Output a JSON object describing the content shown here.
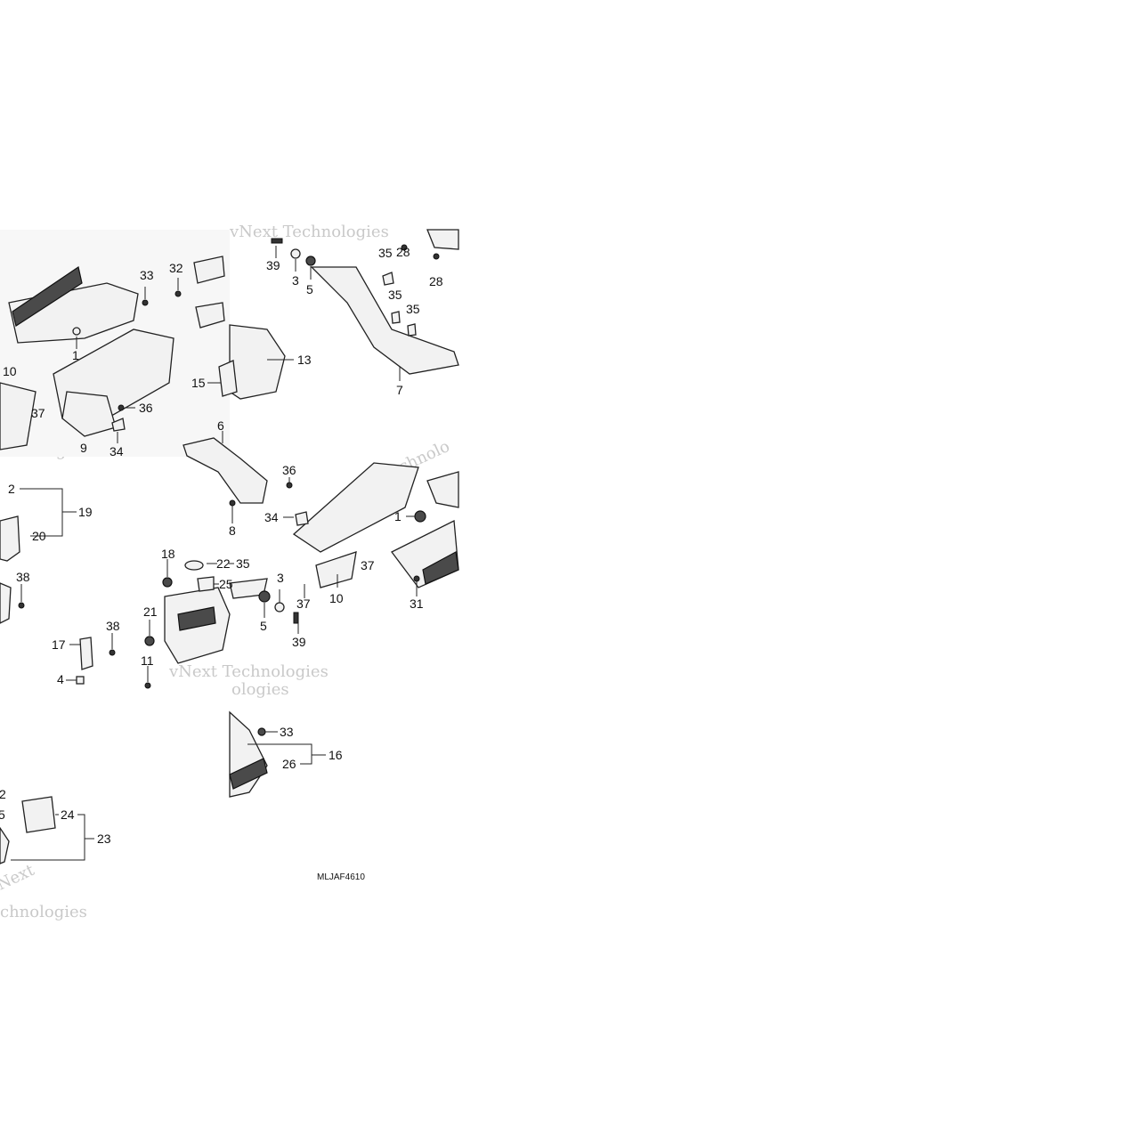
{
  "diagram": {
    "drawing_code": "MLJAF4610",
    "watermark_text": [
      "vNext Technologies",
      "Next",
      "chnologies",
      "Technolo",
      "ologies"
    ],
    "callouts": [
      "1",
      "2",
      "3",
      "4",
      "5",
      "6",
      "7",
      "8",
      "9",
      "10",
      "11",
      "13",
      "15",
      "16",
      "17",
      "18",
      "19",
      "20",
      "21",
      "22",
      "23",
      "24",
      "25",
      "26",
      "28",
      "31",
      "32",
      "33",
      "34",
      "35",
      "36",
      "37",
      "38",
      "39"
    ],
    "labels": {
      "top_left": [
        "33",
        "32",
        "1",
        "10",
        "37",
        "36",
        "9",
        "34"
      ],
      "top_right": [
        "39",
        "3",
        "5",
        "35",
        "28",
        "28",
        "35",
        "35",
        "7",
        "13",
        "15"
      ],
      "middle_left": [
        "2",
        "19",
        "20",
        "38",
        "17",
        "38",
        "4"
      ],
      "middle_center": [
        "6",
        "8",
        "18",
        "22",
        "35",
        "25",
        "21",
        "11",
        "36",
        "34",
        "1",
        "37",
        "3",
        "37",
        "10",
        "31",
        "5",
        "39"
      ],
      "bottom": [
        "33",
        "16",
        "26",
        "2",
        "5",
        "24",
        "23"
      ]
    }
  }
}
